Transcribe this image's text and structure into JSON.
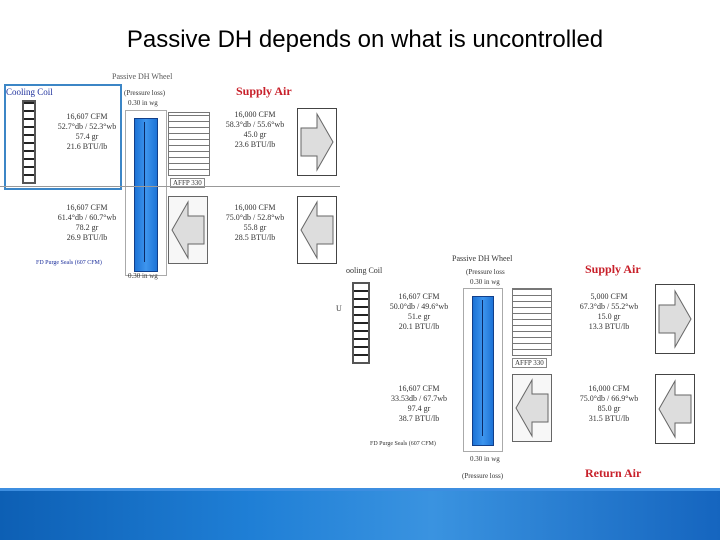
{
  "slide": {
    "title": "Passive DH depends on what is uncontrolled"
  },
  "upper": {
    "wheel_title": "Passive DH Wheel",
    "cooling_coil": "Cooling Coil",
    "pressure_loss_top": "(Pressure loss)",
    "pressure_top": "0.30 in wg",
    "supply_air": "Supply Air",
    "oa_left": {
      "cfm": "16,607 CFM",
      "temp": "52.7°db / 52.3°wb",
      "gr": "57.4 gr",
      "btu": "21.6 BTU/lb"
    },
    "supply": {
      "cfm": "16,000 CFM",
      "temp": "58.3°db / 55.6°wb",
      "gr": "45.0 gr",
      "btu": "23.6 BTU/lb"
    },
    "affp": "AFFP 330",
    "return_left": {
      "cfm": "16,607 CFM",
      "temp": "61.4°db / 60.7°wb",
      "gr": "78.2 gr",
      "btu": "26.9 BTU/lb"
    },
    "return_right": {
      "cfm": "16,000 CFM",
      "temp": "75.0°db / 52.8°wb",
      "gr": "55.8 gr",
      "btu": "28.5 BTU/lb"
    },
    "purge": "FD Purge Seals (607 CFM)",
    "pressure_bottom": "0.30 in wg"
  },
  "lower": {
    "wheel_title": "Passive DH Wheel",
    "cooling_coil": "ooling Coil",
    "pressure_loss_top": "(Pressure loss",
    "pressure_top": "0.30 in wg",
    "supply_air": "Supply Air",
    "left_mark": "U",
    "oa_left": {
      "cfm": "16,607 CFM",
      "temp": "50.0°db / 49.6°wb",
      "gr": "51.e gr",
      "btu": "20.1 BTU/lb"
    },
    "supply": {
      "cfm": "5,000 CFM",
      "temp": "67.3°db / 55.2°wb",
      "gr": "15.0 gr",
      "btu": "13.3 BTU/lb"
    },
    "affp": "AFFP 330",
    "return_left": {
      "cfm": "16,607 CFM",
      "temp": "33.53db / 67.7wb",
      "gr": "97.4 gr",
      "btu": "38.7 BTU/lb"
    },
    "return_right": {
      "cfm": "16,000 CFM",
      "temp": "75.0°db / 66.9°wb",
      "gr": "85.0 gr",
      "btu": "31.5 BTU/lb"
    },
    "purge": "FD Purge Seals (607 CFM)",
    "pressure_bottom": "0.30 in wg",
    "pressure_loss_bottom": "(Pressure loss)",
    "return_air": "Return Air"
  }
}
